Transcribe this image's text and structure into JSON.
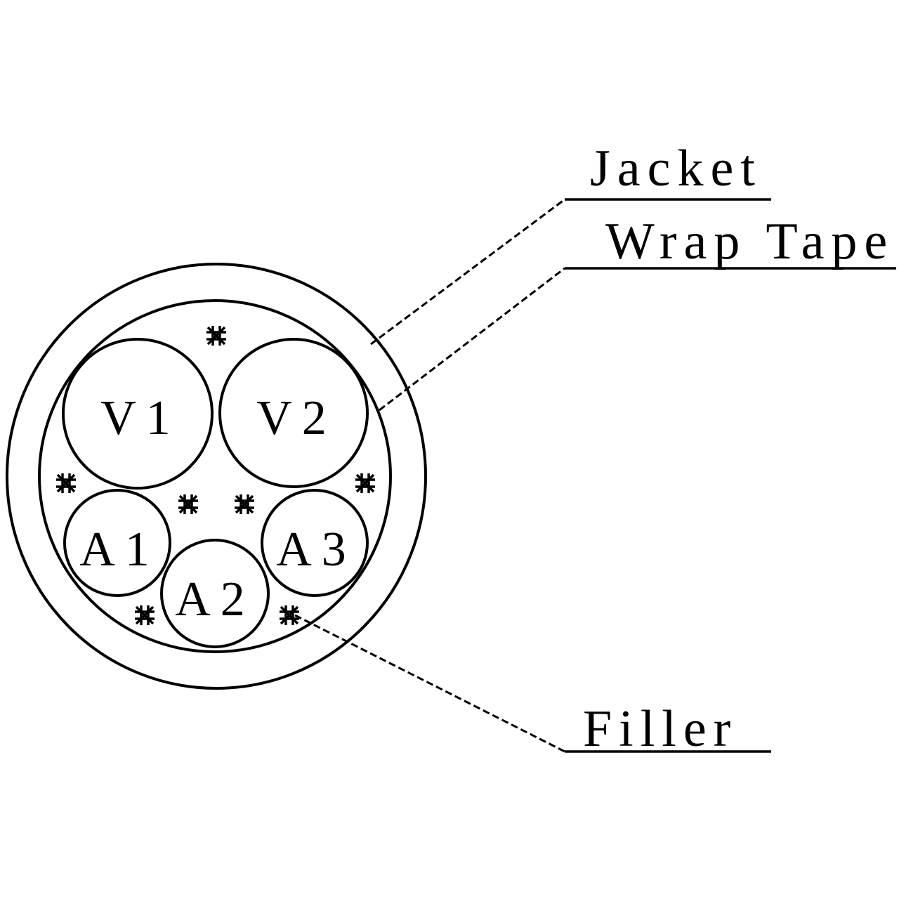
{
  "conductors": [
    {
      "id": "v1",
      "label": "V1"
    },
    {
      "id": "v2",
      "label": "V2"
    },
    {
      "id": "a1",
      "label": "A1"
    },
    {
      "id": "a2",
      "label": "A2"
    },
    {
      "id": "a3",
      "label": "A3"
    }
  ],
  "callouts": {
    "jacket": "Jacket",
    "wrap_tape": "Wrap Tape",
    "filler": "Filler"
  },
  "colors": {
    "line": "#000000",
    "background": "#ffffff"
  }
}
